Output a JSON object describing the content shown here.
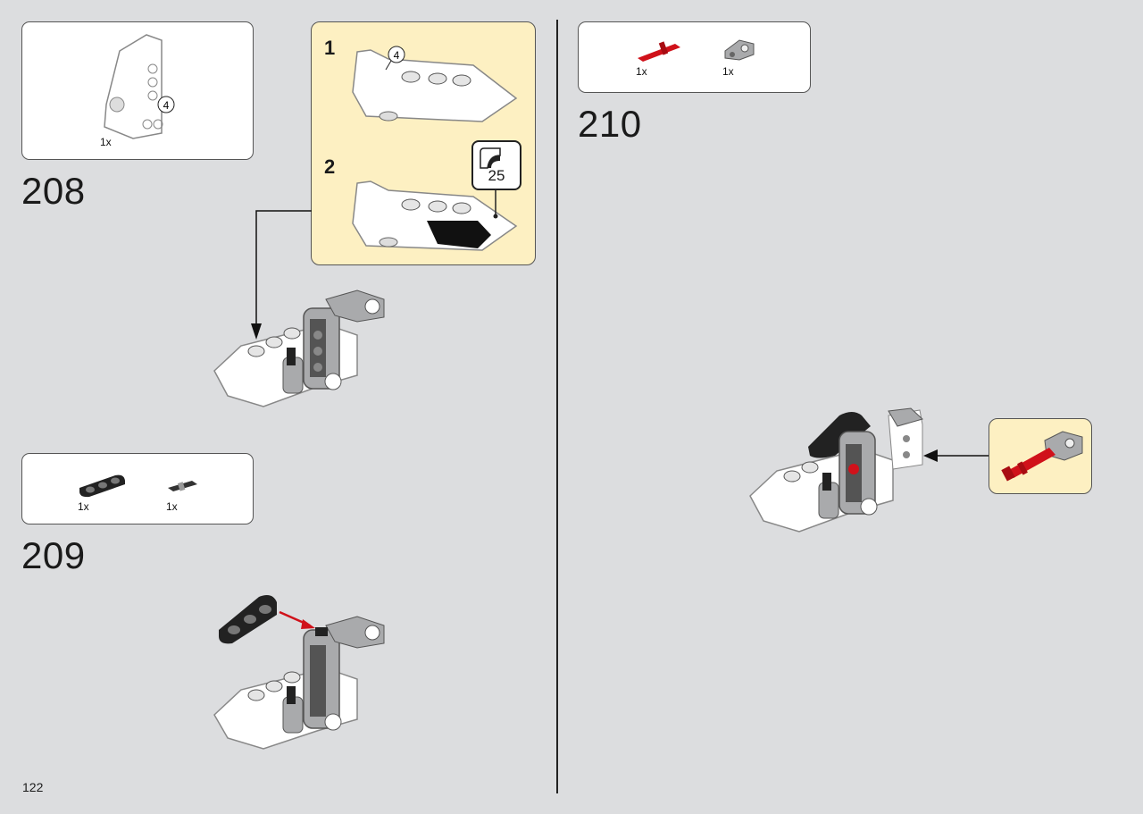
{
  "page_number": "122",
  "steps": [
    {
      "number": "208",
      "parts": [
        {
          "qty": "1x",
          "name": "white-angled-panel"
        }
      ],
      "callout_mark": "4"
    },
    {
      "number": "209",
      "parts": [
        {
          "qty": "1x",
          "name": "black-3-hole-beam"
        },
        {
          "qty": "1x",
          "name": "dark-axle-pin"
        }
      ]
    },
    {
      "number": "210",
      "parts": [
        {
          "qty": "1x",
          "name": "red-axle"
        },
        {
          "qty": "1x",
          "name": "grey-cross-block"
        }
      ]
    }
  ],
  "substeps": {
    "one": "1",
    "two": "2",
    "mark": "4",
    "sticker": "25"
  },
  "colors": {
    "background": "#dcdddf",
    "callout": "#fdf0c2",
    "red_part": "#d0111a",
    "dark_grey": "#545454",
    "light_grey": "#a9aaac"
  }
}
